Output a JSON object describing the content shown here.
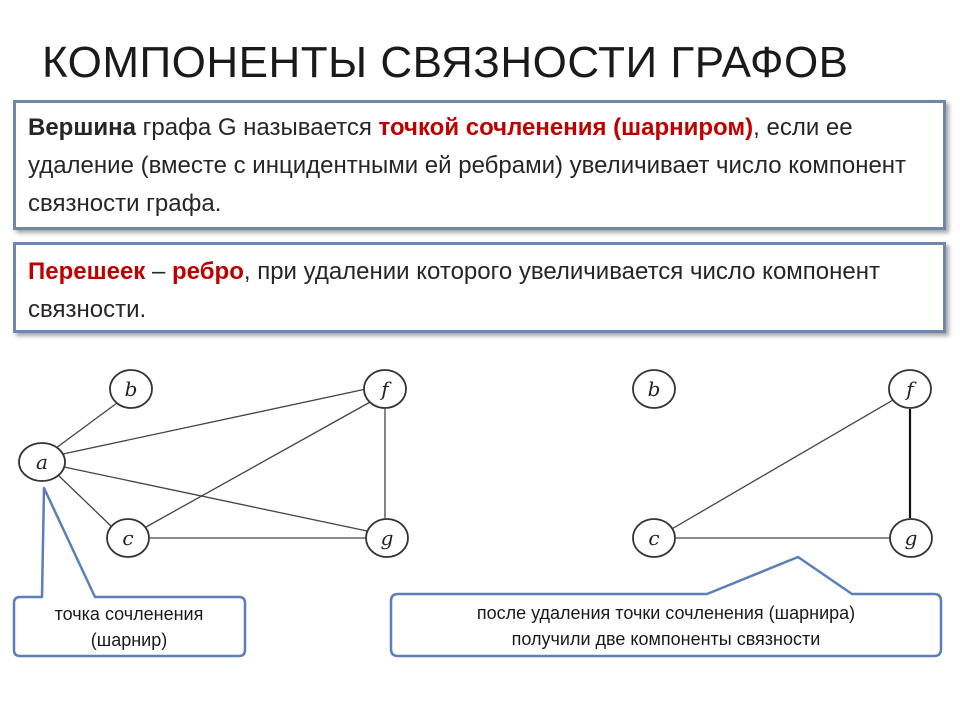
{
  "title": "КОМПОНЕНТЫ СВЯЗНОСТИ ГРАФОВ",
  "definition1": {
    "term": "Вершина",
    "text1": " графа G называется ",
    "highlight": "точкой сочленения (шарниром)",
    "text2": ", если ее удаление (вместе с инцидентными ей ребрами) увеличивает число компонент связности графа."
  },
  "definition2": {
    "term": "Перешеек",
    "dash": " – ",
    "highlight": "ребро",
    "text": ", при удалении которого увеличивается число компонент связности."
  },
  "graph_before": {
    "nodes": [
      "b",
      "f",
      "a",
      "c",
      "g"
    ],
    "edges": [
      [
        "a",
        "b"
      ],
      [
        "a",
        "f"
      ],
      [
        "a",
        "c"
      ],
      [
        "a",
        "g"
      ],
      [
        "c",
        "f"
      ],
      [
        "c",
        "g"
      ],
      [
        "f",
        "g"
      ]
    ]
  },
  "graph_after": {
    "nodes": [
      "b",
      "f",
      "c",
      "g"
    ],
    "edges": [
      [
        "c",
        "f"
      ],
      [
        "c",
        "g"
      ],
      [
        "f",
        "g"
      ]
    ]
  },
  "callout_left": {
    "line1": "точка сочленения",
    "line2": "(шарнир)"
  },
  "callout_right": {
    "line1": "после удаления точки сочленения (шарнира)",
    "line2": "получили две компоненты связности"
  },
  "colors": {
    "highlight": "#c00000",
    "box_border": "#6f86ad",
    "callout_border": "#5b7fb8"
  }
}
